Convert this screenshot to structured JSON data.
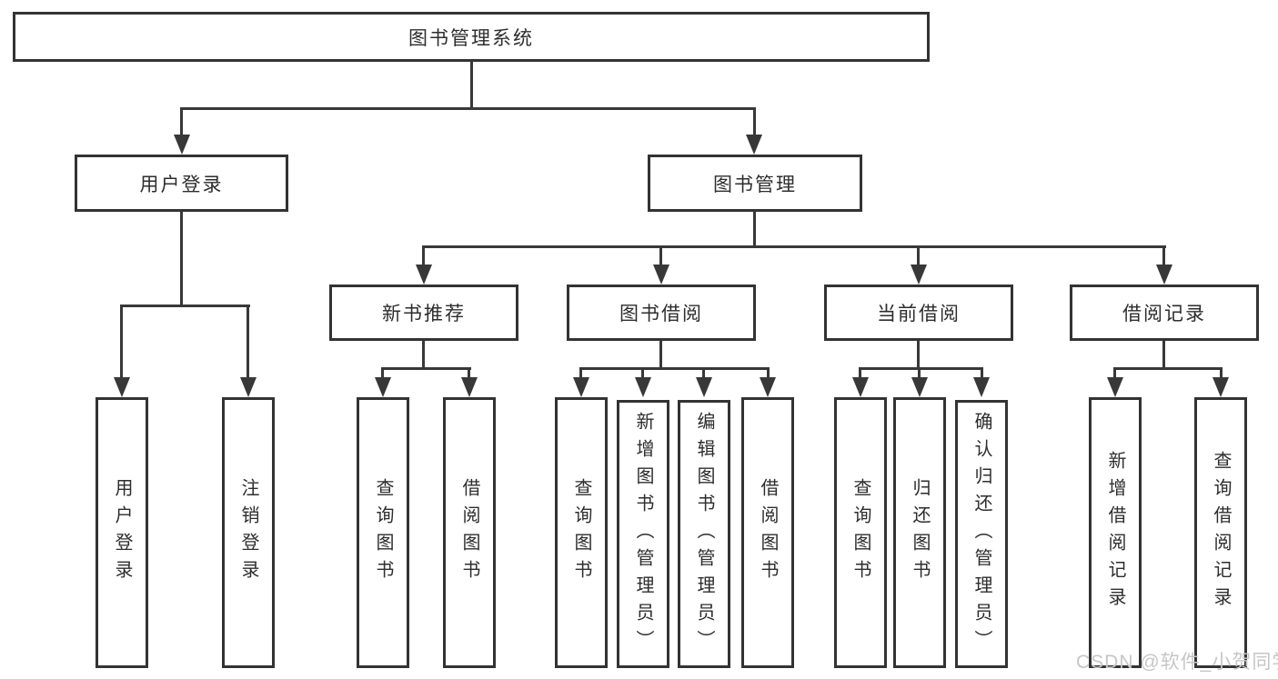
{
  "diagram": {
    "title": "图书管理系统",
    "tree": {
      "root": "图书管理系统",
      "branches": [
        {
          "label": "用户登录",
          "children": [
            "用户登录",
            "注销登录"
          ]
        },
        {
          "label": "图书管理",
          "groups": [
            {
              "label": "新书推荐",
              "children": [
                "查询图书",
                "借阅图书"
              ]
            },
            {
              "label": "图书借阅",
              "children": [
                "查询图书",
                "新增图书（管理员）",
                "编辑图书（管理员）",
                "借阅图书"
              ]
            },
            {
              "label": "当前借阅",
              "children": [
                "查询图书",
                "归还图书",
                "确认归还（管理员）"
              ]
            },
            {
              "label": "借阅记录",
              "children": [
                "新增借阅记录",
                "查询借阅记录"
              ]
            }
          ]
        }
      ]
    },
    "colors": {
      "line": "#383838",
      "box_border": "#333333",
      "text": "#2d2d2d",
      "background": "#ffffff",
      "watermark": "#c6c6c6"
    }
  },
  "watermark": {
    "text": "CSDN @软件_小贺同学"
  }
}
